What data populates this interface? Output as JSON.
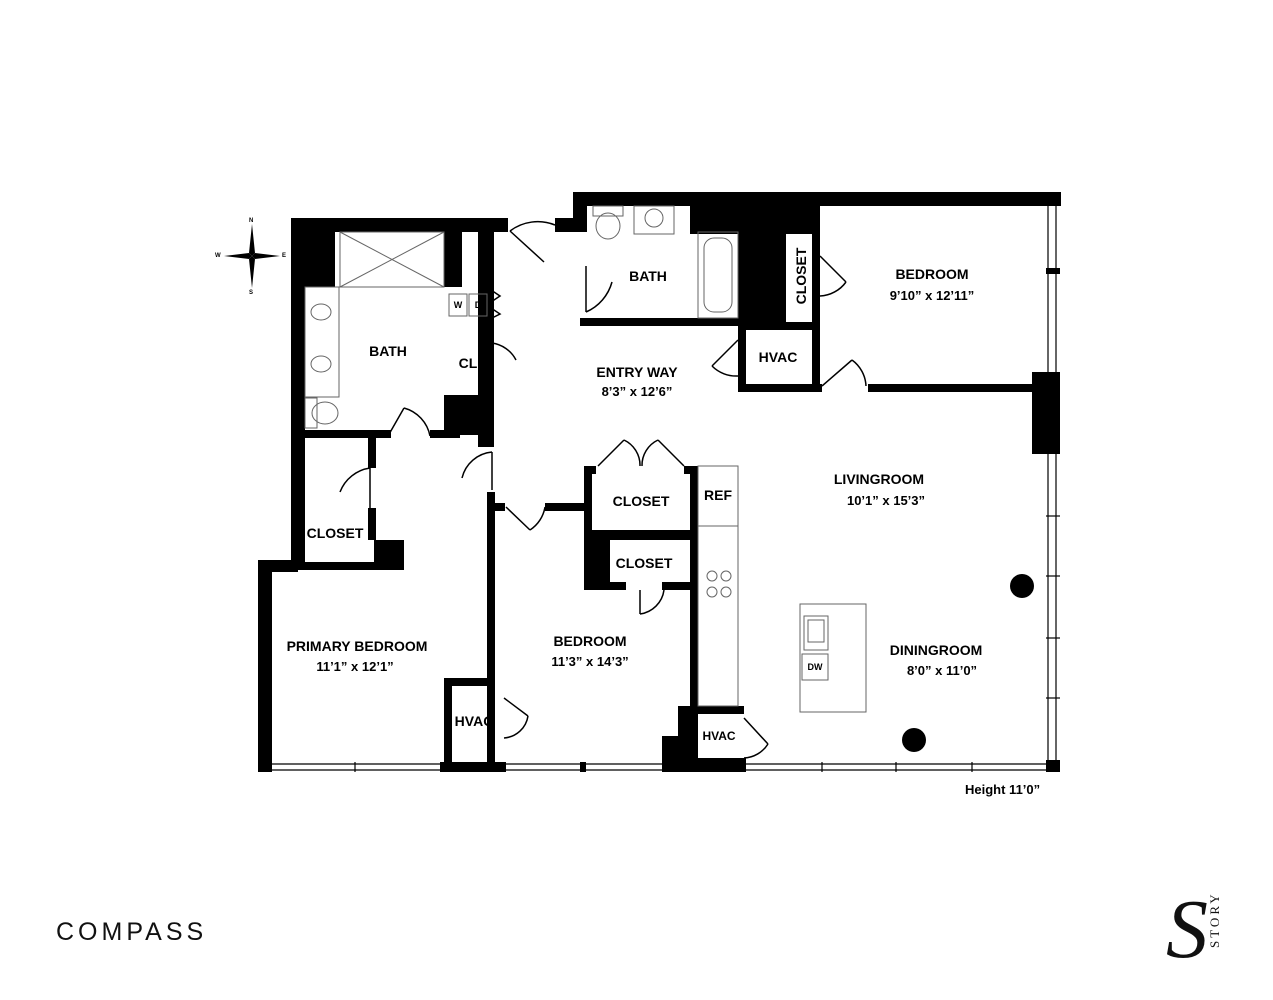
{
  "rooms": {
    "bath_left": {
      "name": "BATH"
    },
    "cl": {
      "name": "CL"
    },
    "wd": {
      "w": "W",
      "d": "D"
    },
    "bath_top": {
      "name": "BATH"
    },
    "closet_vertical": {
      "name": "CLOSET"
    },
    "bedroom_ne": {
      "name": "BEDROOM",
      "dims": "9’10” x 12’11”"
    },
    "hvac_top": {
      "name": "HVAC"
    },
    "entry": {
      "name": "ENTRY WAY",
      "dims": "8’3” x 12’6”"
    },
    "closet_primary": {
      "name": "CLOSET"
    },
    "closet_mid_top": {
      "name": "CLOSET"
    },
    "closet_mid_bottom": {
      "name": "CLOSET"
    },
    "ref": {
      "name": "REF"
    },
    "living": {
      "name": "LIVINGROOM",
      "dims": "10’1” x 15’3”"
    },
    "primary_bedroom": {
      "name": "PRIMARY BEDROOM",
      "dims": "11’1” x 12’1”"
    },
    "bedroom_mid": {
      "name": "BEDROOM",
      "dims": "11’3” x 14’3”"
    },
    "dining": {
      "name": "DININGROOM",
      "dims": "8’0” x 11’0”"
    },
    "hvac_bottom_left": {
      "name": "HVAC"
    },
    "hvac_bottom_right": {
      "name": "HVAC"
    },
    "dw": {
      "name": "DW"
    }
  },
  "compass": {
    "n": "N",
    "s": "S",
    "e": "E",
    "w": "W"
  },
  "height_note": "Height 11’0”",
  "branding": {
    "compass_logo": "COMPASS",
    "story_letter": "S",
    "story_word": "STORY"
  },
  "colors": {
    "wall": "#000000",
    "fixture": "#888888",
    "background": "#ffffff"
  }
}
